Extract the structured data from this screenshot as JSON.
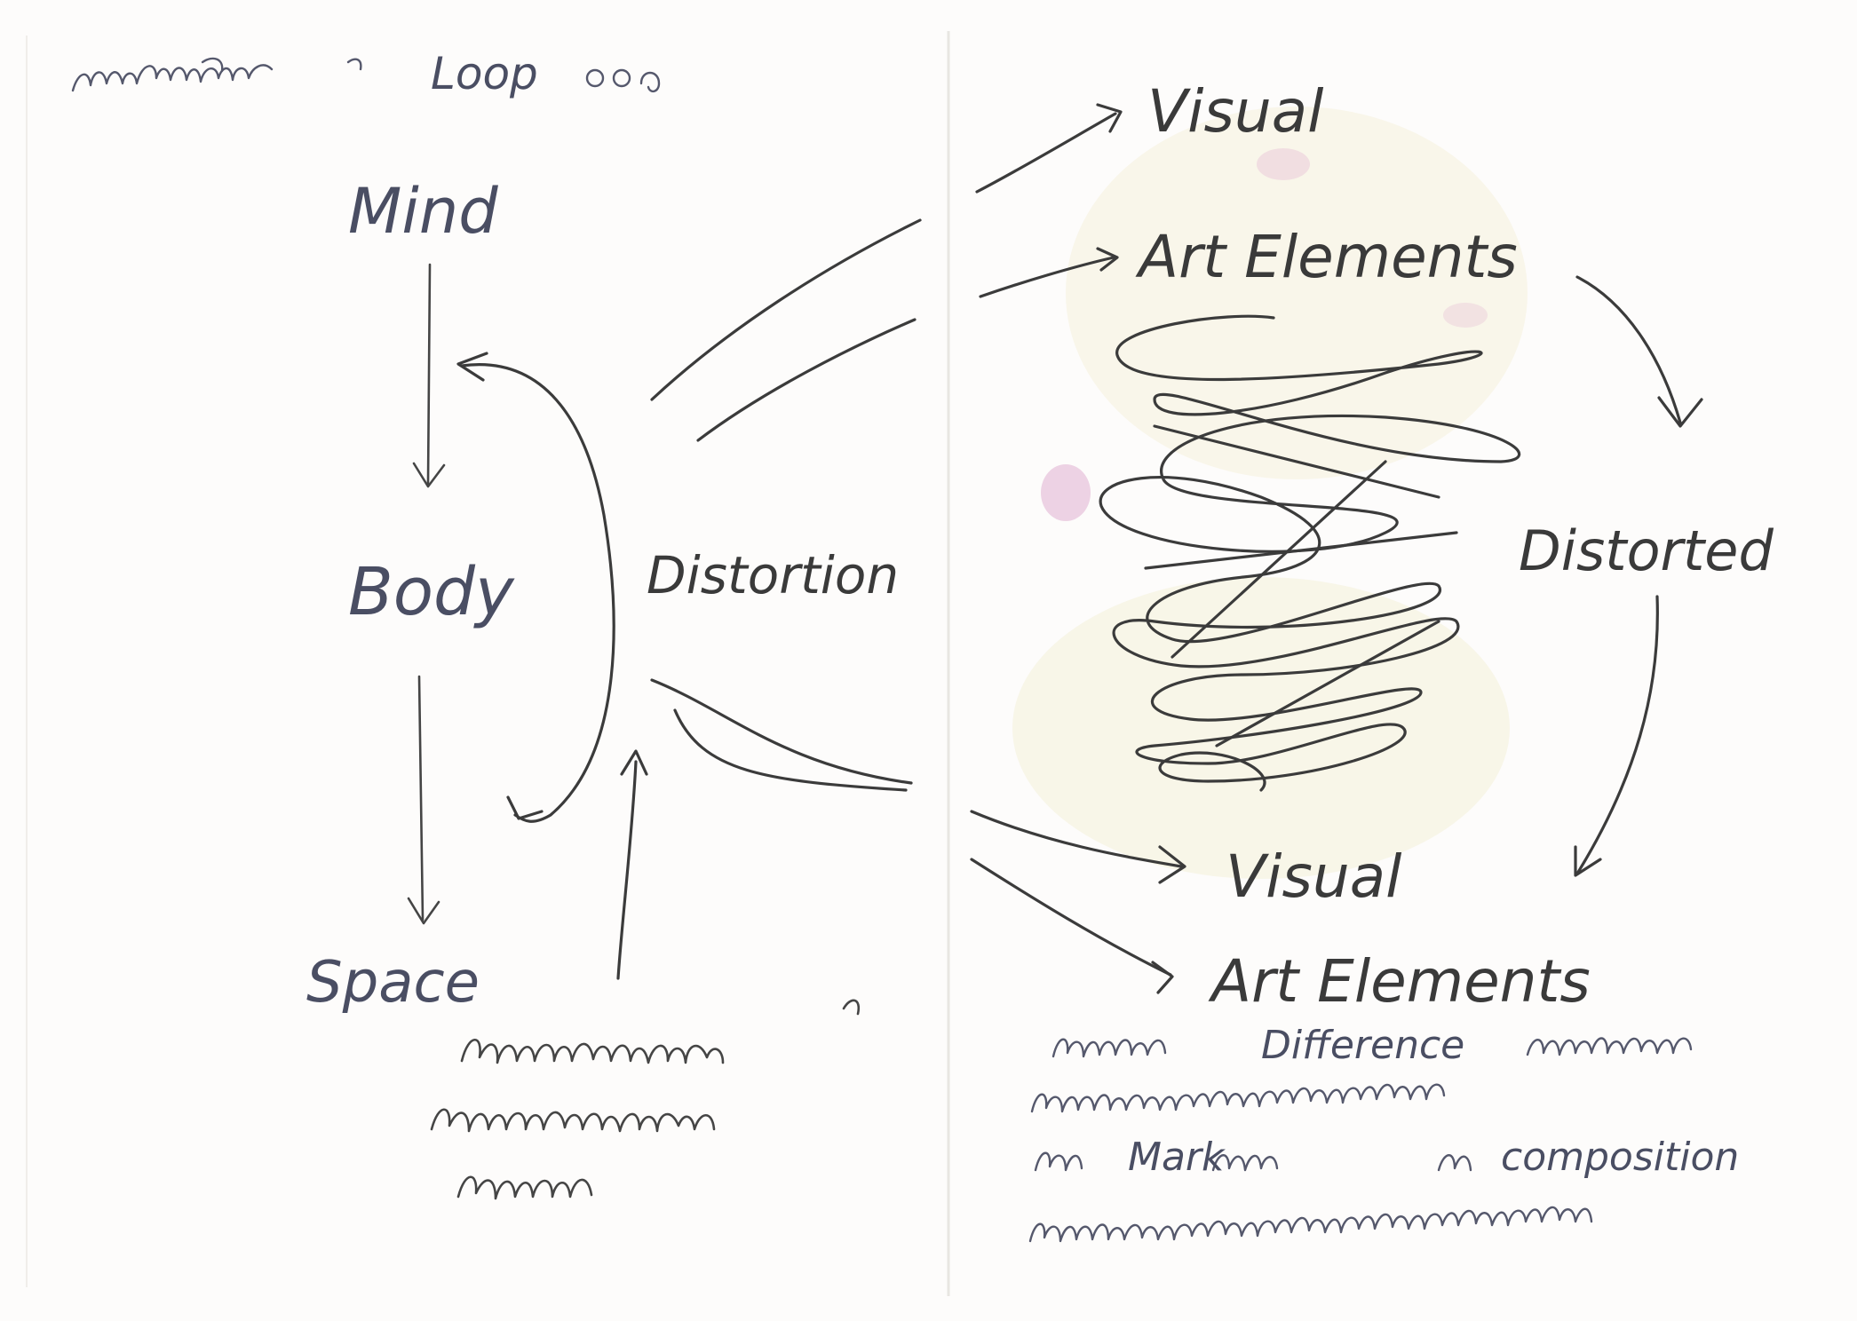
{
  "labels": {
    "title_latin": "Loop",
    "mind": "Mind",
    "body": "Body",
    "space": "Space",
    "distortion": "Distortion",
    "visual_top": "Visual",
    "art_elements_top": "Art Elements",
    "distorted": "Distorted",
    "visual_bottom": "Visual",
    "art_elements_bottom": "Art Elements"
  },
  "notes_right_latin": {
    "difference": "Difference",
    "mark": "Mark",
    "composition": "composition"
  },
  "colors": {
    "ink": "#3b3b3b",
    "ink_blue": "#55586c",
    "paper": "#fdfcfb",
    "stain_pink": "#d9a0c8",
    "stain_yellow": "#f3eccf"
  }
}
